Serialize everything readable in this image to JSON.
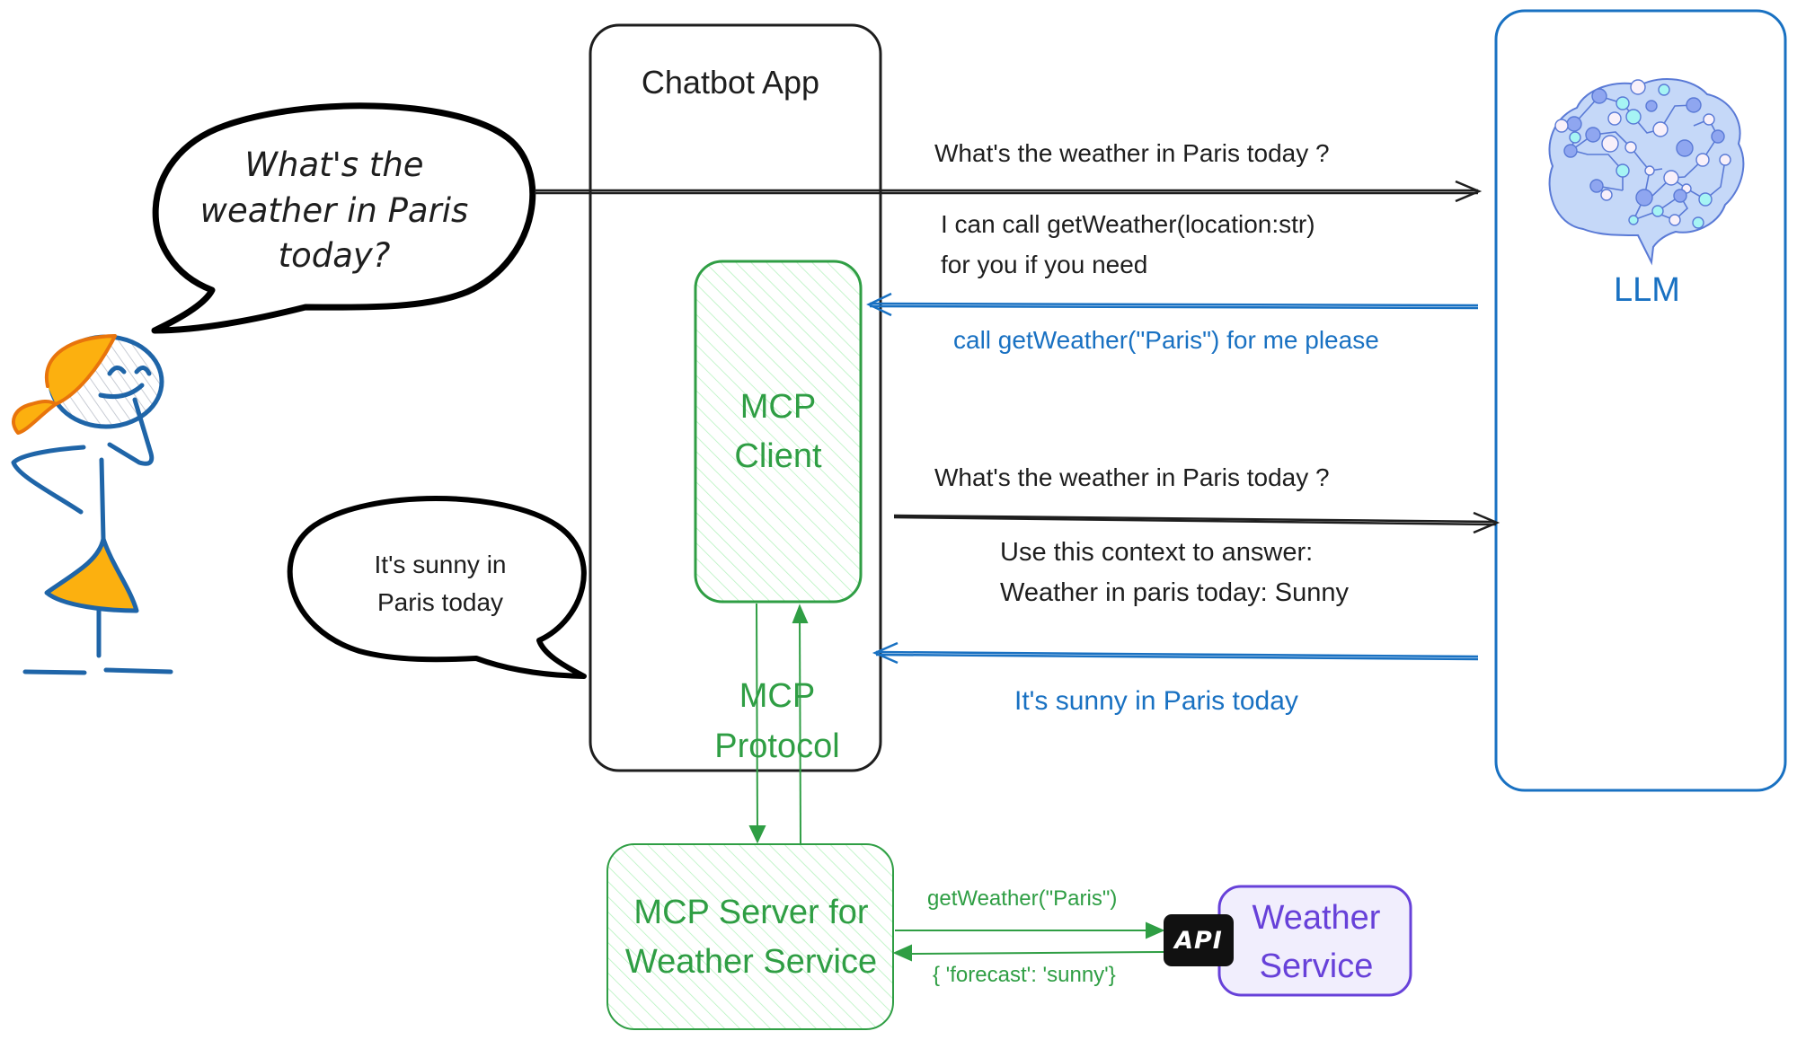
{
  "user": {
    "question_bubble": [
      "What's the",
      "weather in Paris",
      "today?"
    ],
    "answer_bubble": [
      "It's sunny in",
      "Paris today"
    ]
  },
  "chatbot_app": {
    "title": "Chatbot App"
  },
  "mcp_client": {
    "label": [
      "MCP",
      "Client"
    ]
  },
  "mcp_protocol": {
    "label": [
      "MCP",
      "Protocol"
    ]
  },
  "llm": {
    "label": "LLM",
    "icon": "brain-network-icon"
  },
  "mcp_server": {
    "label": [
      "MCP Server for",
      "Weather Service"
    ]
  },
  "weather_service": {
    "label": [
      "Weather",
      "Service"
    ],
    "api_badge": "API"
  },
  "messages": {
    "user_to_llm": "What's the weather in Paris today ?",
    "tool_offer": [
      "I can call getWeather(location:str)",
      "for you if you need"
    ],
    "llm_tool_call": "call getWeather(\"Paris\") for me please",
    "context_question": "What's the weather in Paris today ?",
    "context": [
      "Use this context to answer:",
      "Weather in paris today: Sunny"
    ],
    "llm_answer": "It's sunny in Paris today",
    "api_request": "getWeather(\"Paris\")",
    "api_response": "{ 'forecast': 'sunny'}"
  },
  "colors": {
    "black": "#1e1e1e",
    "blue": "#1971c2",
    "green": "#2f9e44",
    "green_fill": "#b2f2bb",
    "purple": "#6741d9",
    "purple_fill": "#f1eefd",
    "orange": "#f59f00",
    "orange_stroke": "#e8740c",
    "brain_fill": "#c5d8f8",
    "brain_stroke": "#5a7ad6"
  }
}
